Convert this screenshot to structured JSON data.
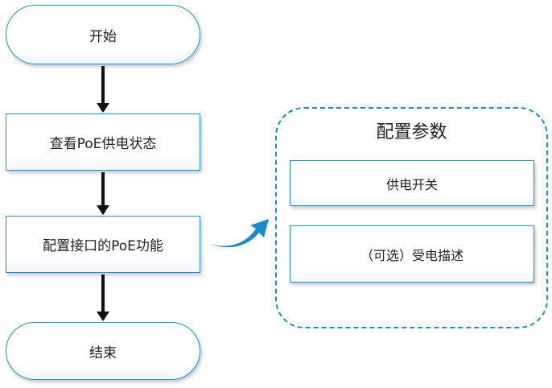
{
  "flow": {
    "start": "开始",
    "check": "查看PoE供电状态",
    "configure": "配置接口的PoE功能",
    "end": "结束"
  },
  "params": {
    "title": "配置参数",
    "items": [
      "供电开关",
      "（可选）受电描述"
    ]
  },
  "colors": {
    "border": "#1f8fc6",
    "accent": "#1b8fc5",
    "arrow": "#111111"
  }
}
